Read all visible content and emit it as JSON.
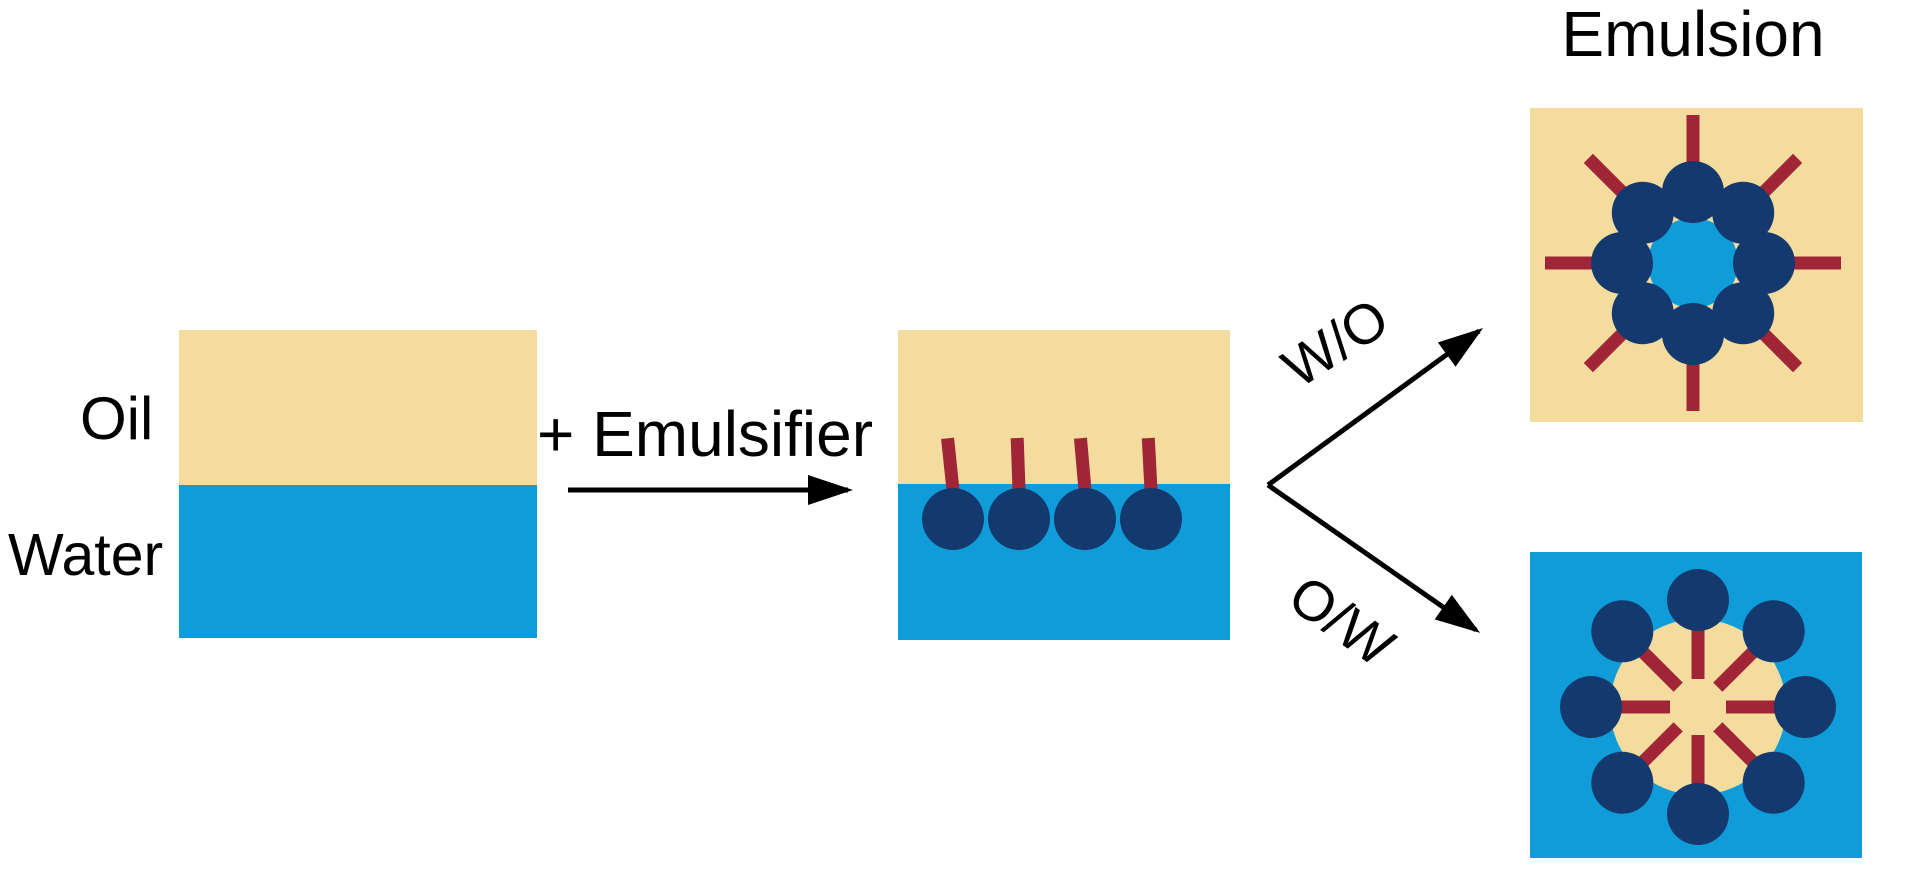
{
  "title": "Emulsion",
  "labels": {
    "oil": "Oil",
    "water": "Water",
    "emulsifier": "+ Emulsifier",
    "wo": "W/O",
    "ow": "O/W"
  },
  "colors": {
    "background": "#ffffff",
    "text": "#000000",
    "arrow": "#000000",
    "oil": "#f3dc9d",
    "water": "#0f9cd8",
    "surfactant_head": "#14396e",
    "surfactant_tail": "#a02536"
  },
  "diagram": {
    "left_panel": {
      "top_layer": "oil",
      "bottom_layer": "water"
    },
    "interface_panel": {
      "surfactant_count": 4,
      "orientation": "heads-in-water-tails-in-oil"
    },
    "wo_micelle": {
      "head_count": 8,
      "tail_count": 8,
      "core": "water",
      "continuous_phase": "oil"
    },
    "ow_micelle": {
      "head_count": 8,
      "tail_count": 8,
      "core": "oil",
      "continuous_phase": "water"
    }
  }
}
